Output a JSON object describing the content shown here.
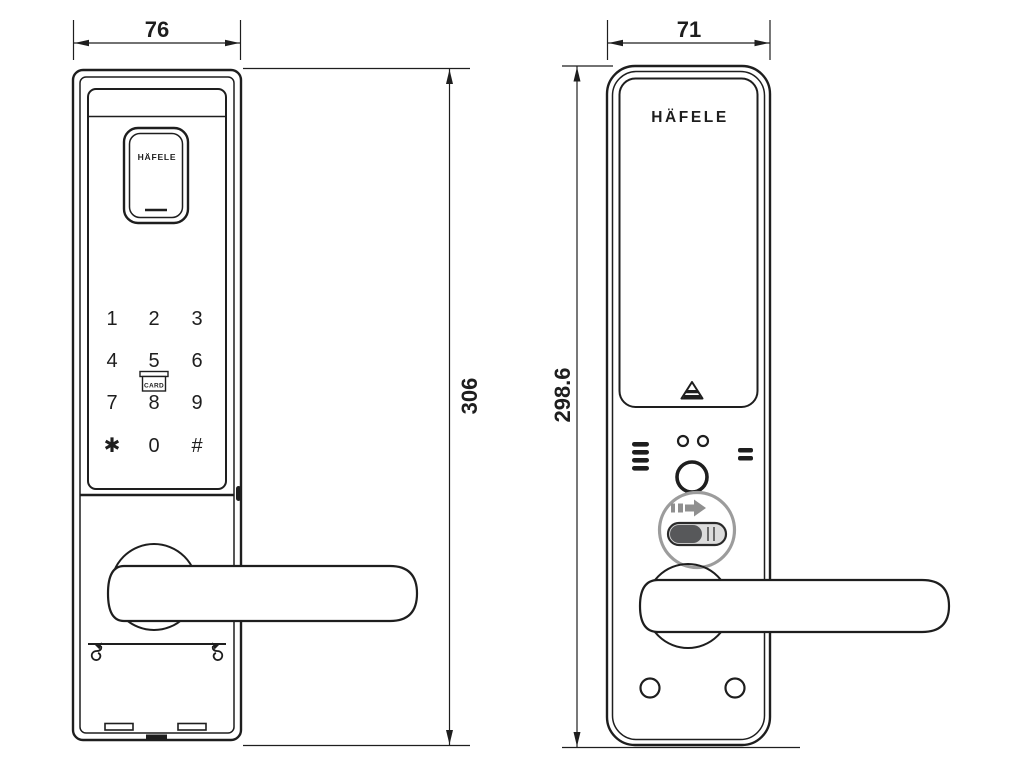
{
  "front_view": {
    "brand_label": "HÄFELE",
    "card_slot_label": "CARD",
    "keypad_keys": [
      "1",
      "2",
      "3",
      "4",
      "5",
      "6",
      "7",
      "8",
      "9",
      "✱",
      "0",
      "#"
    ],
    "dim_width": "76",
    "dim_height": "306"
  },
  "back_view": {
    "brand_label": "HÄFELE",
    "dim_width": "71",
    "dim_height": "298.6"
  },
  "colors": {
    "line": "#1e1e1e",
    "privacy_ring_gray": "#9c9c9c",
    "toggle_knob_dark": "#57585a",
    "toggle_track_light": "#dcdcdc"
  }
}
